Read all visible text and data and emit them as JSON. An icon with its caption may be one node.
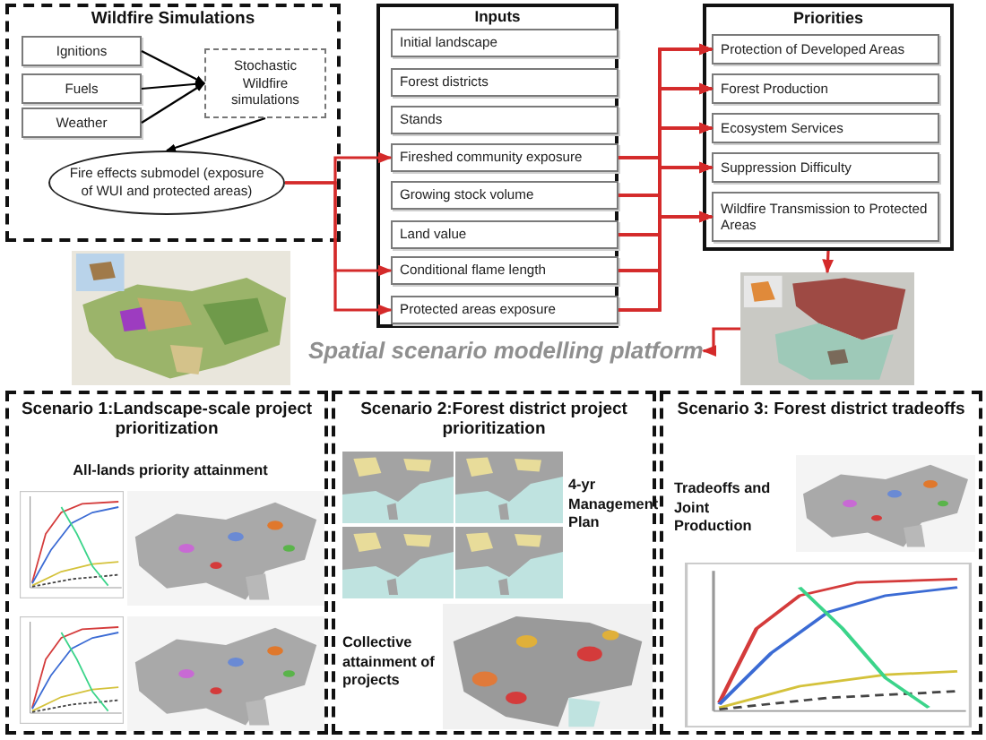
{
  "diagram": {
    "nodes": [
      {
        "text": [
          "Wildfire Simulations"
        ]
      },
      {
        "text": [
          "Ignitions"
        ],
        "in": 0
      },
      {
        "text": [
          "Fuels"
        ],
        "in": 0
      },
      {
        "text": [
          "Weather"
        ],
        "in": 0
      },
      {
        "text": [
          "Stochastic Wildfire simulations"
        ],
        "in": 0
      },
      {
        "text": [
          "Fire effects submodel (exposure of WUI and protected areas)"
        ],
        "in": 0
      },
      {
        "text": [
          "Inputs"
        ]
      },
      {
        "text": [
          "Initial landscape"
        ],
        "in": 6
      },
      {
        "text": [
          "Forest districts"
        ],
        "in": 6
      },
      {
        "text": [
          "Stands"
        ],
        "in": 6
      },
      {
        "text": [
          "Fireshed community exposure"
        ],
        "in": 6
      },
      {
        "text": [
          "Growing stock volume"
        ],
        "in": 6
      },
      {
        "text": [
          "Land value"
        ],
        "in": 6
      },
      {
        "text": [
          "Conditional flame length"
        ],
        "in": 6
      },
      {
        "text": [
          "Protected areas exposure"
        ],
        "in": 6
      },
      {
        "text": [
          "Priorities"
        ]
      },
      {
        "text": [
          "Protection of Developed Areas"
        ],
        "in": 15
      },
      {
        "text": [
          "Forest Production"
        ],
        "in": 15
      },
      {
        "text": [
          "Ecosystem Services"
        ],
        "in": 15
      },
      {
        "text": [
          "Suppression Difficulty"
        ],
        "in": 15
      },
      {
        "text": [
          "Wildfire Transmission to Protected Areas"
        ],
        "in": 15
      },
      {
        "text": [],
        "shape": "picture"
      },
      {
        "text": [
          "Spatial scenario modelling platform"
        ]
      },
      {
        "text": [
          "Scenario 1:Landscape-scale project prioritization",
          "All-lands priority attainment"
        ]
      },
      {
        "text": [
          "Scenario 2:Forest district project prioritization",
          "4-yr Management Plan",
          "Collective attainment of projects"
        ]
      },
      {
        "text": [
          "Scenario 3: Forest district tradeoffs",
          "Tradeoffs and Joint Production"
        ]
      }
    ],
    "edges": [
      {
        "from": 1,
        "to": 4,
        "arrow": "to",
        "color": "#000000"
      },
      {
        "from": 2,
        "to": 4,
        "arrow": "to",
        "color": "#000000"
      },
      {
        "from": 3,
        "to": 4,
        "arrow": "to",
        "color": "#000000"
      },
      {
        "from": 4,
        "to": 5,
        "arrow": "to",
        "color": "#000000"
      },
      {
        "from": 5,
        "to": 10,
        "arrow": "to"
      },
      {
        "from": 5,
        "to": 13,
        "arrow": "to"
      },
      {
        "from": 5,
        "to": 14,
        "arrow": "to"
      },
      {
        "from": 10,
        "to": 16,
        "arrow": "to"
      },
      {
        "from": 10,
        "to": 17,
        "arrow": "to"
      },
      {
        "from": 10,
        "to": 18,
        "arrow": "to"
      },
      {
        "from": 10,
        "to": 19,
        "arrow": "to"
      },
      {
        "from": 10,
        "to": 20,
        "arrow": "to"
      },
      {
        "from": 11,
        "to": 16,
        "arrow": "to"
      },
      {
        "from": 11,
        "to": 17,
        "arrow": "to"
      },
      {
        "from": 11,
        "to": 18,
        "arrow": "to"
      },
      {
        "from": 11,
        "to": 19,
        "arrow": "to"
      },
      {
        "from": 11,
        "to": 20,
        "arrow": "to"
      },
      {
        "from": 12,
        "to": 16,
        "arrow": "to"
      },
      {
        "from": 12,
        "to": 17,
        "arrow": "to"
      },
      {
        "from": 12,
        "to": 18,
        "arrow": "to"
      },
      {
        "from": 12,
        "to": 19,
        "arrow": "to"
      },
      {
        "from": 12,
        "to": 20,
        "arrow": "to"
      },
      {
        "from": 13,
        "to": 16,
        "arrow": "to"
      },
      {
        "from": 13,
        "to": 17,
        "arrow": "to"
      },
      {
        "from": 13,
        "to": 18,
        "arrow": "to"
      },
      {
        "from": 13,
        "to": 19,
        "arrow": "to"
      },
      {
        "from": 13,
        "to": 20,
        "arrow": "to"
      },
      {
        "from": 14,
        "to": 16,
        "arrow": "to"
      },
      {
        "from": 14,
        "to": 17,
        "arrow": "to"
      },
      {
        "from": 14,
        "to": 18,
        "arrow": "to"
      },
      {
        "from": 14,
        "to": 19,
        "arrow": "to"
      },
      {
        "from": 14,
        "to": 20,
        "arrow": "to"
      },
      {
        "from": 15,
        "to": 21,
        "arrow": "to"
      },
      {
        "from": 21,
        "to": 22,
        "arrow": "to"
      }
    ]
  }
}
